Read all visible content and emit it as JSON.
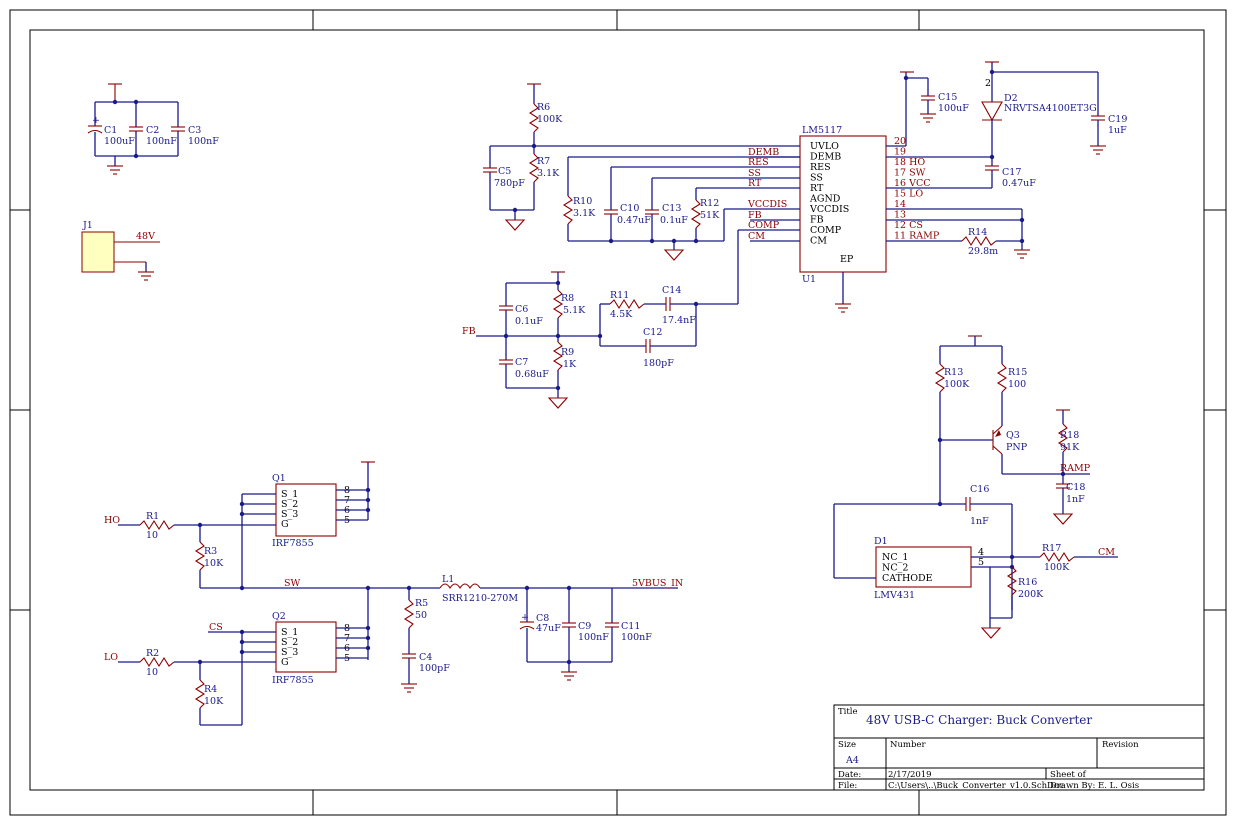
{
  "title_block": {
    "title_label": "Title",
    "title": "48V USB-C Charger: Buck Converter",
    "size_label": "Size",
    "size": "A4",
    "number_label": "Number",
    "revision_label": "Revision",
    "date_label": "Date:",
    "date": "2/17/2019",
    "sheet_label": "Sheet    of",
    "file_label": "File:",
    "file": "C:\\Users\\..\\Buck_Converter_v1.0.SchDoc",
    "drawn_by": "Drawn By:  E. L. Osis"
  },
  "components": {
    "c1": {
      "ref": "C1",
      "val": "100uF"
    },
    "c2": {
      "ref": "C2",
      "val": "100nF"
    },
    "c3": {
      "ref": "C3",
      "val": "100nF"
    },
    "c4": {
      "ref": "C4",
      "val": "100pF"
    },
    "c5": {
      "ref": "C5",
      "val": "780pF"
    },
    "c6": {
      "ref": "C6",
      "val": "0.1uF"
    },
    "c7": {
      "ref": "C7",
      "val": "0.68uF"
    },
    "c8": {
      "ref": "C8",
      "val": "47uF"
    },
    "c9": {
      "ref": "C9",
      "val": "100nF"
    },
    "c10": {
      "ref": "C10",
      "val": "0.47uF"
    },
    "c11": {
      "ref": "C11",
      "val": "100nF"
    },
    "c12": {
      "ref": "C12",
      "val": "180pF"
    },
    "c13": {
      "ref": "C13",
      "val": "0.1uF"
    },
    "c14": {
      "ref": "C14",
      "val": "17.4nF"
    },
    "c15": {
      "ref": "C15",
      "val": "100uF"
    },
    "c16": {
      "ref": "C16",
      "val": "1nF"
    },
    "c17": {
      "ref": "C17",
      "val": "0.47uF"
    },
    "c18": {
      "ref": "C18",
      "val": "1nF"
    },
    "c19": {
      "ref": "C19",
      "val": "1uF"
    },
    "r1": {
      "ref": "R1",
      "val": "10"
    },
    "r2": {
      "ref": "R2",
      "val": "10"
    },
    "r3": {
      "ref": "R3",
      "val": "10K"
    },
    "r4": {
      "ref": "R4",
      "val": "10K"
    },
    "r5": {
      "ref": "R5",
      "val": "50"
    },
    "r6": {
      "ref": "R6",
      "val": "100K"
    },
    "r7": {
      "ref": "R7",
      "val": "3.1K"
    },
    "r8": {
      "ref": "R8",
      "val": "5.1K"
    },
    "r9": {
      "ref": "R9",
      "val": "1K"
    },
    "r10": {
      "ref": "R10",
      "val": "3.1K"
    },
    "r11": {
      "ref": "R11",
      "val": "4.5K"
    },
    "r12": {
      "ref": "R12",
      "val": "51K"
    },
    "r13": {
      "ref": "R13",
      "val": "100K"
    },
    "r14": {
      "ref": "R14",
      "val": "29.8m"
    },
    "r15": {
      "ref": "R15",
      "val": "100"
    },
    "r16": {
      "ref": "R16",
      "val": "200K"
    },
    "r17": {
      "ref": "R17",
      "val": "100K"
    },
    "r18": {
      "ref": "R18",
      "val": "91K"
    },
    "l1": {
      "ref": "L1",
      "val": "SRR1210-270M"
    },
    "d2": {
      "ref": "D2",
      "val": "NRVTSA4100ET3G"
    },
    "q3": {
      "ref": "Q3",
      "val": "PNP"
    },
    "j1": {
      "ref": "J1"
    },
    "u1": {
      "ref": "U1",
      "part": "LM5117"
    },
    "q1": {
      "ref": "Q1",
      "part": "IRF7855"
    },
    "q2": {
      "ref": "Q2",
      "part": "IRF7855"
    },
    "d1": {
      "ref": "D1",
      "part": "LMV431"
    }
  },
  "u1_pins_left": [
    "UVLO",
    "DEMB",
    "RES",
    "SS",
    "RT",
    "AGND",
    "VCCDIS",
    "FB",
    "COMP",
    "CM"
  ],
  "u1_pins_right": [
    "20",
    "19",
    "18 HO",
    "17 SW",
    "16 VCC",
    "15 LO",
    "14",
    "13",
    "12 CS",
    "11 RAMP"
  ],
  "u1_ep": "EP",
  "mosfet_pins_left": [
    "S_1",
    "S_2",
    "S_3",
    "G"
  ],
  "mosfet_pins_right": [
    "8",
    "7",
    "6",
    "5"
  ],
  "d1_pins_left": [
    "NC_1",
    "NC_2",
    "CATHODE"
  ],
  "d1_pins_right": [
    "4",
    "5"
  ],
  "d2_pin": "2",
  "nets": {
    "v48": "48V",
    "demb": "DEMB",
    "res": "RES",
    "ss": "SS",
    "rt": "RT",
    "vccdis": "VCCDIS",
    "fb": "FB",
    "comp": "COMP",
    "cm": "CM",
    "fb_left": "FB",
    "ho": "HO",
    "lo": "LO",
    "sw": "SW",
    "cs": "CS",
    "vbus": "5VBUS_IN",
    "ramp": "RAMP",
    "cm_out": "CM"
  }
}
